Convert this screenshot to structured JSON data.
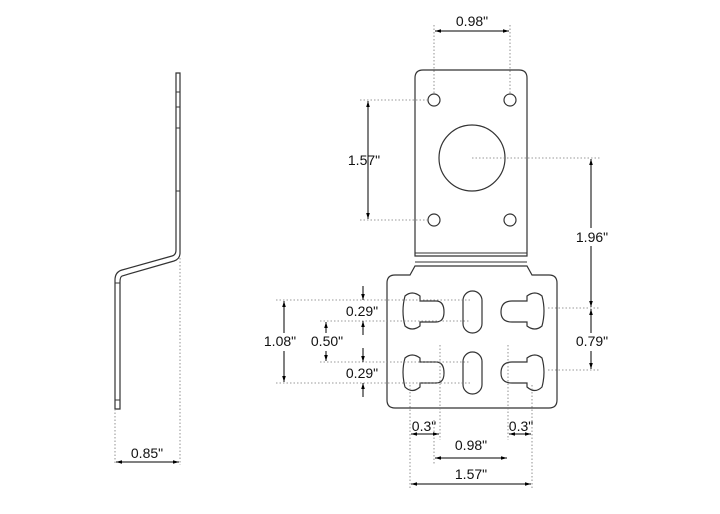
{
  "dimensions": {
    "side_depth": "0.85\"",
    "top_hole_spacing": "0.98\"",
    "top_hole_vertical": "1.57\"",
    "center_to_slot": "1.96\"",
    "slot_vertical_right": "0.79\"",
    "slot_vertical_left": "1.08\"",
    "slot_upper_height": "0.29\"",
    "slot_gap": "0.50\"",
    "slot_lower_height": "0.29\"",
    "keyhole_left_width": "0.3\"",
    "keyhole_right_width": "0.3\"",
    "slot_spacing_inner": "0.98\"",
    "slot_spacing_outer": "1.57\""
  }
}
